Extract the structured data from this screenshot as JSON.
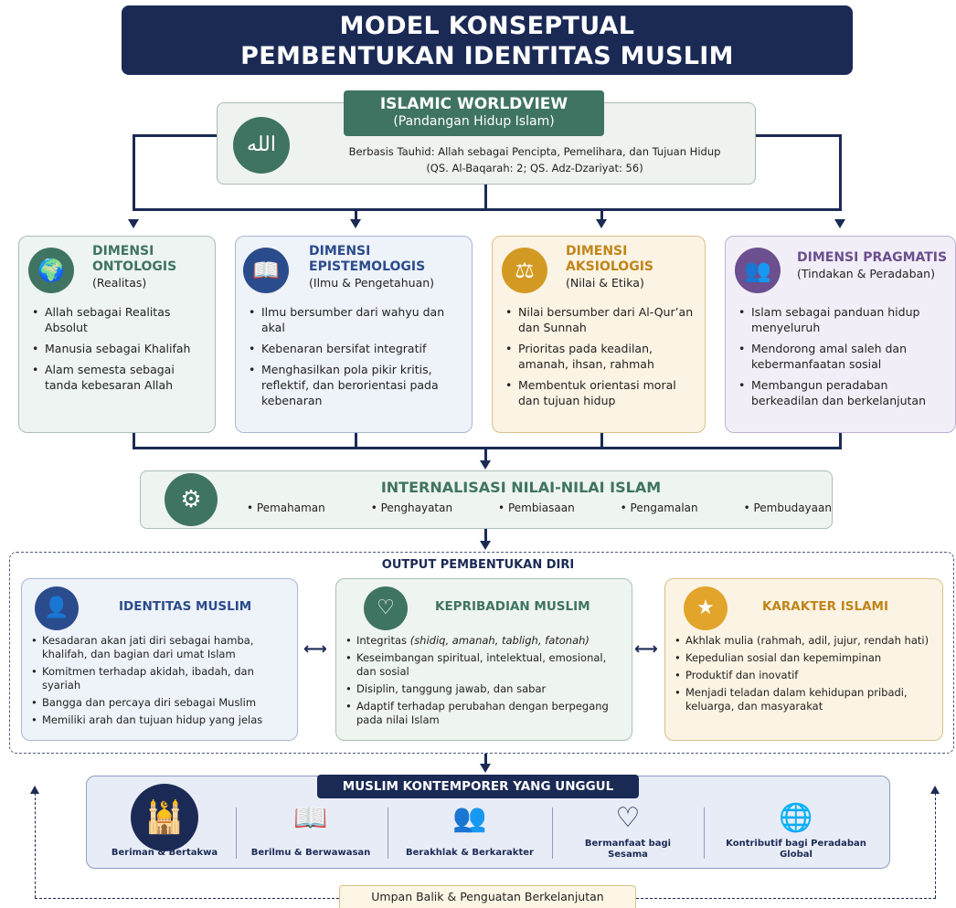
{
  "title": {
    "line1": "MODEL KONSEPTUAL",
    "line2": "PEMBENTUKAN IDENTITAS MUSLIM"
  },
  "worldview": {
    "title": "ISLAMIC WORLDVIEW",
    "subtitle": "(Pandangan Hidup Islam)",
    "icon_text": "الله",
    "line1": "Berbasis Tauhid: Allah sebagai Pencipta, Pemelihara, dan Tujuan Hidup",
    "line2": "(QS. Al-Baqarah: 2; QS. Adz-Dzariyat: 56)"
  },
  "dimensions": [
    {
      "title1": "DIMENSI",
      "title2": "ONTOLOGIS",
      "sub": "(Realitas)",
      "icon": "globe-icon",
      "color": "#3f7462",
      "items": [
        "Allah sebagai Realitas Absolut",
        "Manusia sebagai Khalifah",
        "Alam semesta sebagai tanda kebesaran Allah"
      ]
    },
    {
      "title1": "DIMENSI",
      "title2": "EPISTEMOLOGIS",
      "sub": "(Ilmu & Pengetahuan)",
      "icon": "book-icon",
      "color": "#2b4c8c",
      "items": [
        "Ilmu bersumber dari wahyu dan akal",
        "Kebenaran bersifat integratif",
        "Menghasilkan pola pikir kritis, reflektif, dan berorientasi pada kebenaran"
      ]
    },
    {
      "title1": "DIMENSI",
      "title2": "AKSIOLOGIS",
      "sub": "(Nilai & Etika)",
      "icon": "scales-icon",
      "color": "#d39a23",
      "items": [
        "Nilai bersumber dari Al-Qur’an dan Sunnah",
        "Prioritas pada keadilan, amanah, ihsan, rahmah",
        "Membentuk orientasi moral dan tujuan hidup"
      ]
    },
    {
      "title1": "DIMENSI PRAGMATIS",
      "title2": "",
      "sub": "(Tindakan & Peradaban)",
      "icon": "group-icon",
      "color": "#6b4f8f",
      "items": [
        "Islam sebagai panduan hidup menyeluruh",
        "Mendorong amal saleh dan kebermanfaatan sosial",
        "Membangun peradaban berkeadilan dan berkelanjutan"
      ]
    }
  ],
  "internalisasi": {
    "title": "INTERNALISASI NILAI-NILAI ISLAM",
    "items": [
      "Pemahaman",
      "Penghayatan",
      "Pembiasaan",
      "Pengamalan",
      "Pembudayaan"
    ]
  },
  "output": {
    "title": "OUTPUT PEMBENTUKAN DIRI",
    "cards": [
      {
        "title": "IDENTITAS MUSLIM",
        "icon": "person-shield-icon",
        "color": "#2b4c8c",
        "items": [
          "Kesadaran akan jati diri sebagai hamba, khalifah, dan bagian dari umat Islam",
          "Komitmen terhadap akidah, ibadah, dan syariah",
          "Bangga dan percaya diri sebagai Muslim",
          "Memiliki arah dan tujuan hidup yang jelas"
        ]
      },
      {
        "title": "KEPRIBADIAN MUSLIM",
        "icon": "head-heart-icon",
        "color": "#3f7462",
        "items_first_prefix": "Integritas ",
        "items_first_italic": "(shidiq, amanah, tabligh, fatonah)",
        "items": [
          "Keseimbangan spiritual, intelektual, emosional, dan sosial",
          "Disiplin, tanggung jawab, dan sabar",
          "Adaptif terhadap perubahan dengan berpegang pada nilai Islam"
        ]
      },
      {
        "title": "KARAKTER ISLAMI",
        "icon": "star-icon",
        "color": "#e2a42a",
        "items": [
          "Akhlak mulia (rahmah, adil, jujur, rendah hati)",
          "Kepedulian sosial dan kepemimpinan",
          "Produktif dan inovatif",
          "Menjadi teladan dalam kehidupan pribadi, keluarga, dan masyarakat"
        ]
      }
    ]
  },
  "unggul": {
    "title": "MUSLIM KONTEMPORER YANG UNGGUL",
    "items": [
      {
        "label": "Beriman & Bertakwa",
        "icon": "mosque-globe-icon"
      },
      {
        "label": "Berilmu & Berwawasan",
        "icon": "open-book-icon"
      },
      {
        "label": "Berakhlak & Berkarakter",
        "icon": "people-star-icon"
      },
      {
        "label1": "Bermanfaat bagi",
        "label2": "Sesama",
        "icon": "hands-heart-icon"
      },
      {
        "label1": "Kontributif bagi Peradaban",
        "label2": "Global",
        "icon": "world-icon"
      }
    ]
  },
  "feedback": "Umpan Balik & Penguatan Berkelanjutan"
}
